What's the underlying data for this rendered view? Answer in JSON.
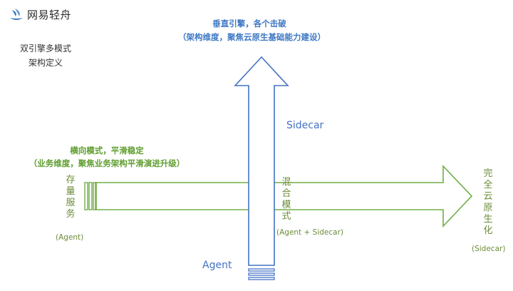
{
  "logo": {
    "text": "网易轻舟"
  },
  "title": {
    "line1": "双引擎多模式",
    "line2": "架构定义"
  },
  "vertical": {
    "heading1": "垂直引擎，各个击破",
    "heading2": "（架构维度，聚焦云原生基础能力建设）"
  },
  "horizontal": {
    "heading1": "横向模式，平滑稳定",
    "heading2": "（业务维度，聚焦业务架构平滑演进升级）"
  },
  "axis": {
    "sidecar": "Sidecar",
    "agent": "Agent"
  },
  "stages": {
    "left": {
      "label": "存量服务",
      "sub": "(Agent)"
    },
    "middle": {
      "label": "混合模式",
      "sub": "(Agent + Sidecar)"
    },
    "right": {
      "label": "完全云原生化",
      "sub": "(Sidecar)"
    }
  },
  "colors": {
    "blue": "#4472c4",
    "green": "#70ad47",
    "text_green": "#6c8c3a"
  }
}
